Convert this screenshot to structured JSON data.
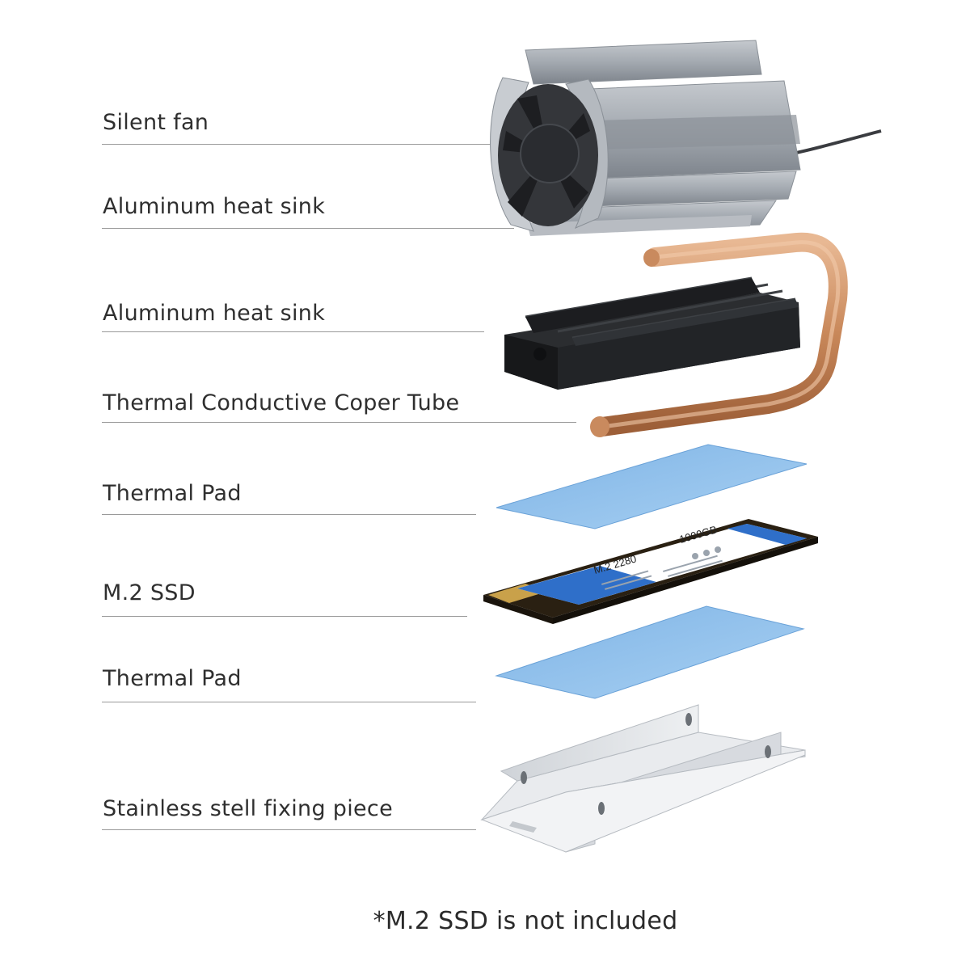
{
  "labels": [
    {
      "text": "Silent fan"
    },
    {
      "text": "Aluminum heat sink"
    },
    {
      "text": "Aluminum heat sink"
    },
    {
      "text": "Thermal Conductive Coper Tube"
    },
    {
      "text": "Thermal Pad"
    },
    {
      "text": "M.2 SSD"
    },
    {
      "text": "Thermal Pad"
    },
    {
      "text": "Stainless stell fixing piece"
    }
  ],
  "footnote": "*M.2 SSD is not included",
  "ssd_markings": {
    "model": "M.2 2280",
    "capacity": "1000GB"
  },
  "colors": {
    "fan_body": "#9ea4ac",
    "fan_dark": "#2c2e31",
    "heatsink_black": "#1f2023",
    "copper": "#c98a5e",
    "thermal_pad": "#8fc0ea",
    "ssd_label": "#2f6fc9",
    "bracket": "#dfe2e6"
  }
}
